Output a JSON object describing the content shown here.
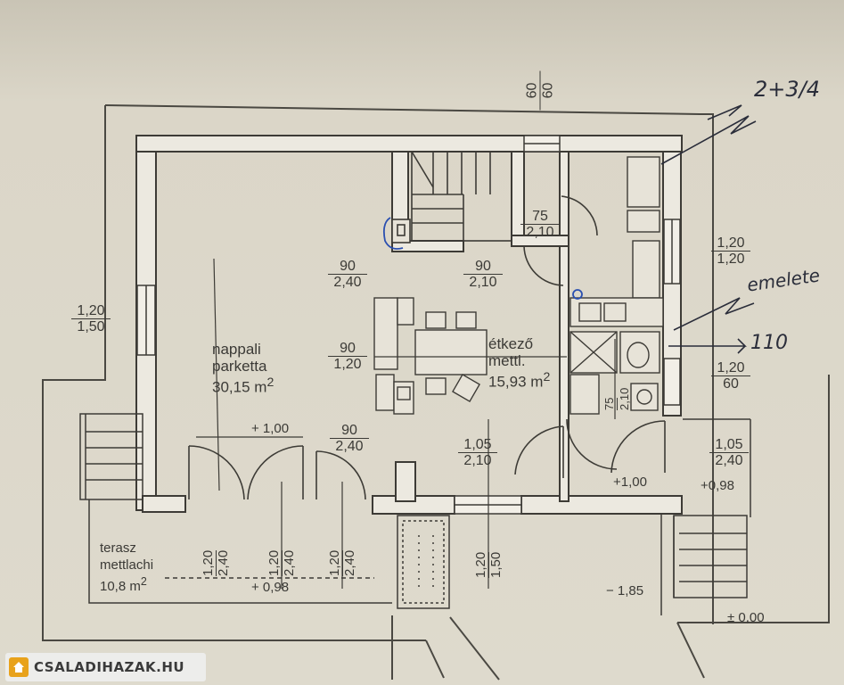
{
  "plan": {
    "rooms": {
      "living": {
        "name": "nappali",
        "floor": "parketta",
        "area": "30,15 m",
        "sup": "2"
      },
      "dining": {
        "name": "étkező",
        "floor": "mettl.",
        "area": "15,93 m",
        "sup": "2"
      },
      "terrace": {
        "name": "terasz",
        "floor": "mettlachi",
        "area": "10,8 m",
        "sup": "2"
      }
    },
    "dims": {
      "top_6060": {
        "top": "60",
        "bottom": "60"
      },
      "d_75_210": {
        "top": "75",
        "bottom": "2,10"
      },
      "d_90_240a": {
        "top": "90",
        "bottom": "2,40"
      },
      "d_90_210": {
        "top": "90",
        "bottom": "2,10"
      },
      "d_120_150_left": {
        "top": "1,20",
        "bottom": "1,50"
      },
      "d_90_120": {
        "top": "90",
        "bottom": "1,20"
      },
      "d_90_240b": {
        "top": "90",
        "bottom": "2,40"
      },
      "d_105_210": {
        "top": "1,05",
        "bottom": "2,10"
      },
      "d_120_120_right": {
        "top": "1,20",
        "bottom": "1,20"
      },
      "d_120_60_right": {
        "top": "1,20",
        "bottom": "60"
      },
      "d_105_240_right": {
        "top": "1,05",
        "bottom": "2,40"
      }
    },
    "vertical_dims": {
      "v1": {
        "top": "1,20",
        "bottom": "2,40"
      },
      "v2": {
        "top": "1,20",
        "bottom": "2,40"
      },
      "v3": {
        "top": "1,20",
        "bottom": "2,40"
      },
      "v4": {
        "top": "1,20",
        "bottom": "1,50"
      },
      "v5": {
        "top": "75",
        "bottom": "2,10"
      }
    },
    "levels": {
      "l_100a": "+ 1,00",
      "l_098a": "+ 0,98",
      "l_100b": "+1,00",
      "l_098b": "+0,98",
      "l_185": "− 1,85",
      "l_000": "± 0,00"
    },
    "handwritten": {
      "top_right": "2+3/4",
      "emelet": "emelete",
      "num": "110"
    }
  },
  "watermark": {
    "text": "CSALADIHAZAK.HU",
    "icon": "house-icon"
  },
  "colors": {
    "paper": "#dcd7c9",
    "ink": "#3b3a36",
    "wall": "#ece9e0",
    "pen": "#2a2d3a",
    "blue": "#2a4fb0"
  }
}
